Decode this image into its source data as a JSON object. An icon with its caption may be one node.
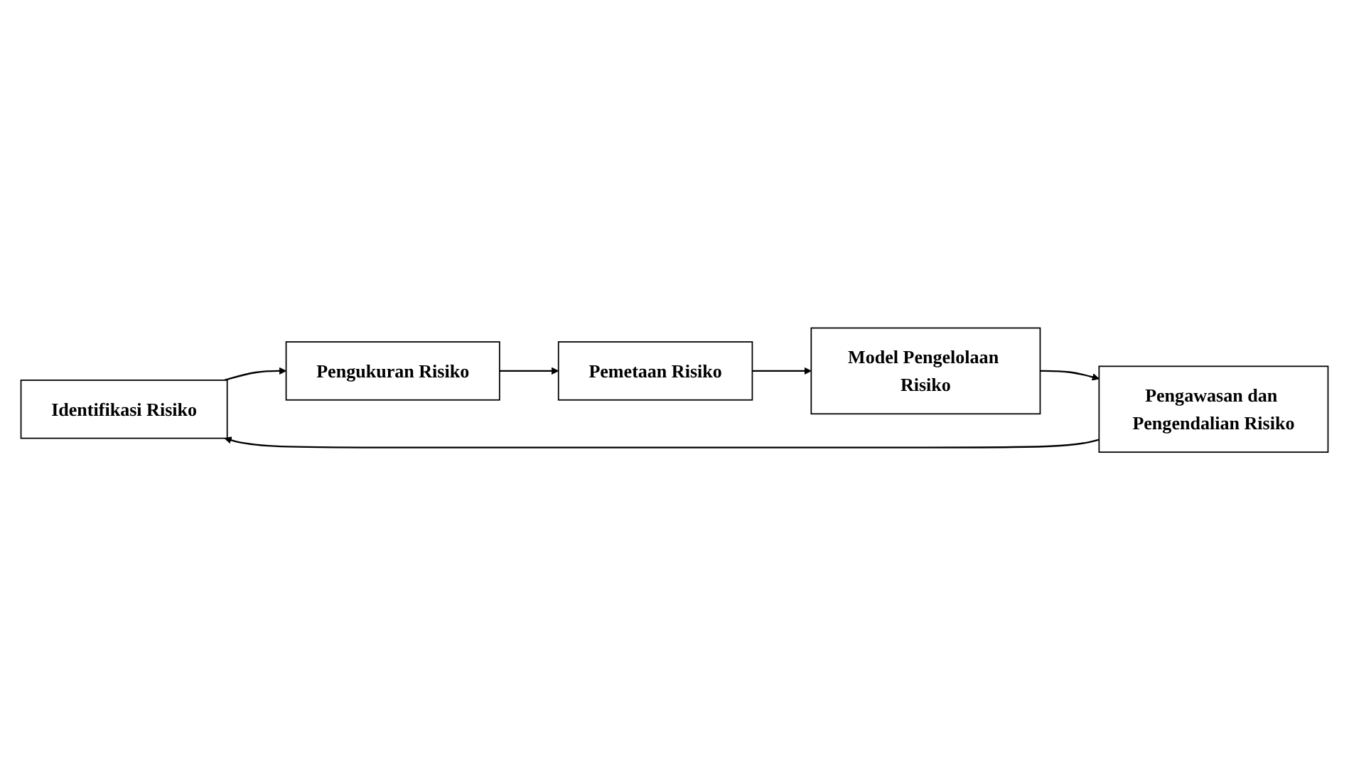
{
  "diagram": {
    "nodes": [
      {
        "text": [
          "Identifikasi Risiko"
        ]
      },
      {
        "text": [
          "Pengukuran Risiko"
        ]
      },
      {
        "text": [
          "Pemetaan Risiko"
        ]
      },
      {
        "text": [
          "Model Pengelolaan Risiko"
        ]
      },
      {
        "text": [
          "Pengawasan dan Pengendalian Risiko"
        ]
      }
    ],
    "edges": [
      {
        "from": 0,
        "to": 1,
        "arrow": "to"
      },
      {
        "from": 1,
        "to": 2,
        "arrow": "to"
      },
      {
        "from": 2,
        "to": 3,
        "arrow": "to"
      },
      {
        "from": 3,
        "to": 4,
        "arrow": "to"
      },
      {
        "from": 4,
        "to": 0,
        "arrow": "to"
      }
    ]
  }
}
